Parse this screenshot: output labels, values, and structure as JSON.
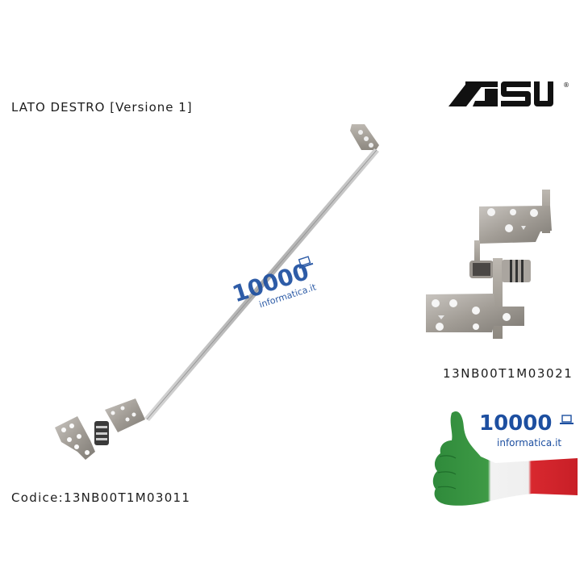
{
  "header": {
    "title": "LATO DESTRO [Versione 1]",
    "brand_logo": "ASUS",
    "brand_mark": "®"
  },
  "products": {
    "left": {
      "code_label": "Codice:13NB00T1M03011",
      "description": "long hinge with bracket arm (right side)"
    },
    "right": {
      "code_label": "13NB00T1M03021",
      "description": "hinge close-up"
    }
  },
  "watermark": {
    "number": "10000",
    "domain": "informatica.it",
    "icon": "laptop-icon"
  },
  "badge": {
    "number": "10000",
    "domain": "informatica.it",
    "icon": "laptop-icon",
    "hand_icon": "thumbs-up-icon",
    "colors": {
      "green": "#2e8b3a",
      "white": "#f4f4f4",
      "red": "#d42a2f",
      "brand_blue": "#1d4fa0"
    }
  }
}
